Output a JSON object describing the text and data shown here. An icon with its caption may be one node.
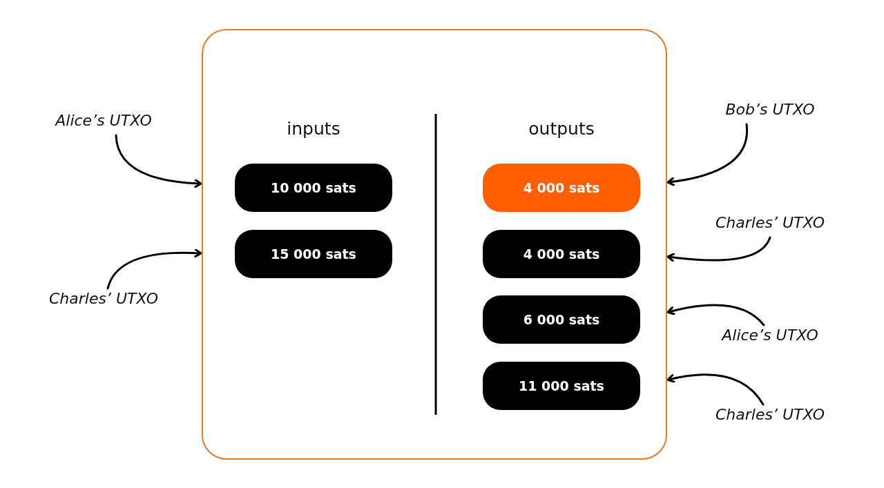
{
  "diagram": {
    "nodes": [
      {
        "text": [],
        "shape": "box"
      },
      {
        "text": [
          "10 000 sats"
        ],
        "in": 0
      },
      {
        "text": [
          "15 000 sats"
        ],
        "in": 0
      },
      {
        "text": [
          "4 000 sats"
        ],
        "in": 0
      },
      {
        "text": [
          "4 000 sats"
        ],
        "in": 0
      },
      {
        "text": [
          "6 000 sats"
        ],
        "in": 0
      },
      {
        "text": [
          "11 000 sats"
        ],
        "in": 0
      },
      {
        "text": [
          "Alice’s UTXO"
        ]
      },
      {
        "text": [
          "Charles’ UTXO"
        ]
      },
      {
        "text": [
          "Bob’s UTXO"
        ]
      },
      {
        "text": [
          "Charles’ UTXO"
        ]
      },
      {
        "text": [
          "Alice’s UTXO"
        ]
      },
      {
        "text": [
          "Charles’ UTXO"
        ]
      }
    ],
    "edges": [
      {
        "from": 7,
        "to": 0,
        "arrow": "to"
      },
      {
        "from": 8,
        "to": 0,
        "arrow": "to"
      },
      {
        "from": 9,
        "to": 0,
        "arrow": "to"
      },
      {
        "from": 10,
        "to": 0,
        "arrow": "to"
      },
      {
        "from": 11,
        "to": 0,
        "arrow": "to"
      },
      {
        "from": 12,
        "to": 0,
        "arrow": "to"
      }
    ],
    "labels": [
      "inputs",
      "outputs"
    ]
  }
}
